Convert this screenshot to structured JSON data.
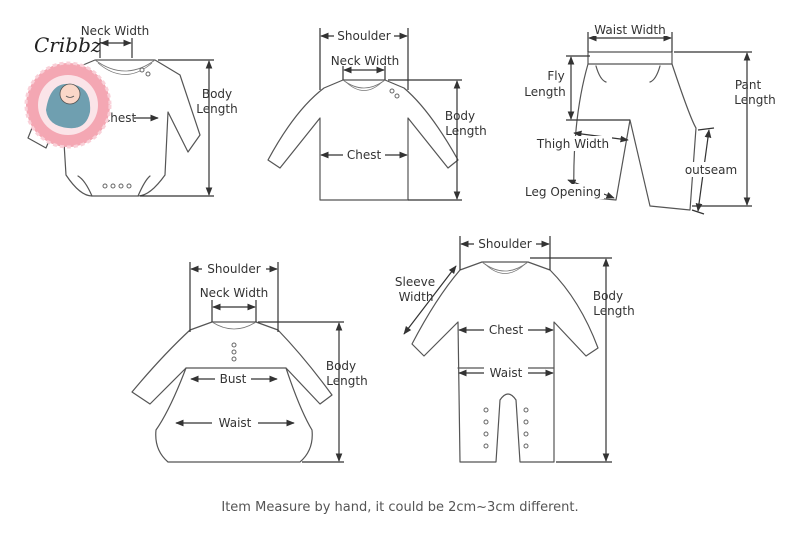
{
  "logo": {
    "text": "Cribbz"
  },
  "labels": {
    "onesie_neck_width": "Neck Width",
    "onesie_chest": "Chest",
    "onesie_body_length": [
      "Body",
      "Length"
    ],
    "shirt_shoulder": "Shoulder",
    "shirt_neck_width": "Neck Width",
    "shirt_chest": "Chest",
    "shirt_body_length": [
      "Body",
      "Length"
    ],
    "pant_waist_width": "Waist Width",
    "pant_fly_length": [
      "Fly",
      "Length"
    ],
    "pant_pant_length": [
      "Pant",
      "Length"
    ],
    "pant_thigh_width": "Thigh Width",
    "pant_outseam": "outseam",
    "pant_leg_opening": "Leg Opening",
    "dress_shoulder": "Shoulder",
    "dress_neck_width": "Neck Width",
    "dress_bust": "Bust",
    "dress_waist": "Waist",
    "dress_body_length": [
      "Body",
      "Length"
    ],
    "romper_shoulder": "Shoulder",
    "romper_sleeve_width": [
      "Sleeve",
      "Width"
    ],
    "romper_chest": "Chest",
    "romper_waist": "Waist",
    "romper_body_length": [
      "Body",
      "Length"
    ]
  },
  "caption": "Item Measure by hand, it could be 2cm~3cm different.",
  "colors": {
    "line": "#555555",
    "logo_pink": "#f4a7b3",
    "logo_blue": "#6f9fb0",
    "text": "#333333"
  }
}
